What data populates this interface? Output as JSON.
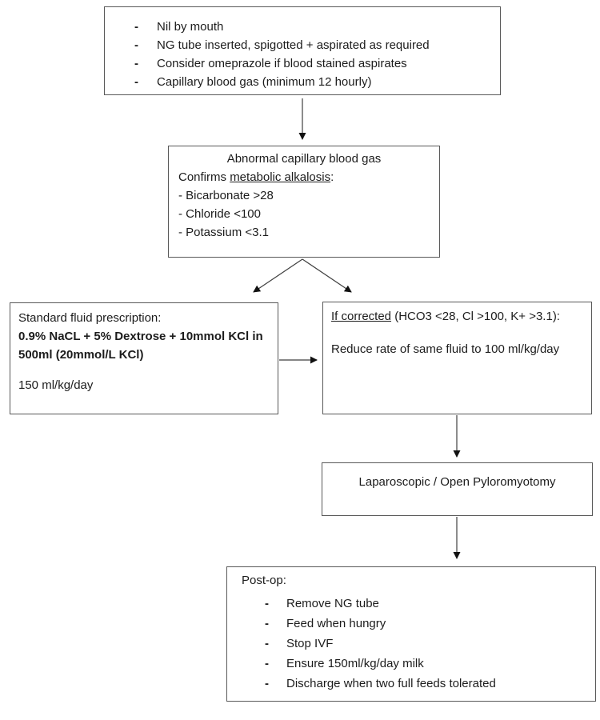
{
  "colors": {
    "box_border": "#595959",
    "text": "#1c1c1c",
    "arrow_line": "#3f3f3f",
    "arrow_head": "#111111"
  },
  "bullet_glyph": "-",
  "flowchart": {
    "preop_box": {
      "items": [
        "Nil by mouth",
        "NG tube inserted, spigotted + aspirated as required",
        "Consider omeprazole if blood stained aspirates",
        "Capillary blood gas (minimum 12 hourly)"
      ]
    },
    "bloodgas_box": {
      "title": "Abnormal capillary blood gas",
      "confirms_prefix": "Confirms ",
      "confirms_underlined": "metabolic alkalosis",
      "confirms_suffix": ":",
      "criteria": [
        "- Bicarbonate >28",
        "- Chloride <100",
        "- Potassium <3.1"
      ]
    },
    "fluid_box": {
      "title": "Standard fluid prescription:",
      "prescription_line1": "0.9% NaCL + 5% Dextrose + 10mmol KCl in",
      "prescription_line2": "500ml (20mmol/L KCl)",
      "rate": "150 ml/kg/day"
    },
    "corrected_box": {
      "heading_underlined": "If corrected",
      "heading_rest": " (HCO3 <28, Cl >100, K+ >3.1):",
      "action": "Reduce rate of same fluid to 100 ml/kg/day"
    },
    "surgery_box": {
      "label": "Laparoscopic / Open Pyloromyotomy"
    },
    "postop_box": {
      "title": "Post-op:",
      "items": [
        "Remove NG tube",
        "Feed when hungry",
        "Stop IVF",
        "Ensure 150ml/kg/day milk",
        "Discharge when two full feeds tolerated"
      ]
    }
  }
}
